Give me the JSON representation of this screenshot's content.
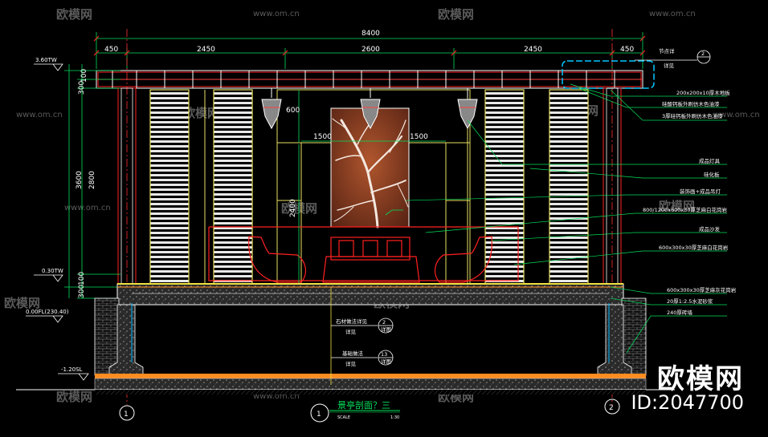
{
  "watermark": {
    "brand": "欧模网",
    "site": "www.om.cn"
  },
  "brand_label": "欧模网",
  "brand_id": "ID:2047700",
  "dims_top": {
    "total": "8400",
    "s1": "450",
    "s2": "2450",
    "s3": "2600",
    "s4": "2450",
    "s5": "450"
  },
  "dims_left": {
    "overall": "3600",
    "d100": "100",
    "d300a": "300",
    "d2800": "2800",
    "d100b": "100",
    "d300b": "300"
  },
  "dims_inner": {
    "d600": "600",
    "d1500a": "1500",
    "d1500b": "1500",
    "d2400": "2400"
  },
  "levels": {
    "top": "3.60TW",
    "mid": "0.30TW",
    "floor": "0.00FL(230.40)",
    "bottom": "-1.20SL"
  },
  "notes": [
    "200x200x10厚木地板",
    "硅酸钙板外刷仿木色油漆",
    "3厚硅钙板外刷仿木色油漆",
    "成品灯具",
    "硅化板",
    "装饰画+成品吊灯",
    "800/1200x600x30厚芝麻白花岗岩",
    "成品沙发",
    "600x300x30厚芝麻白花岗岩",
    "600x300x30厚芝麻灰花岗岩",
    "20厚1:2.5水泥砂浆",
    "240厚砖墙"
  ],
  "ref_top": {
    "num": "2",
    "tag1": "节点详",
    "tag2": "详见"
  },
  "ref_mid": {
    "num": "2",
    "tag": "详图",
    "label": "石材做法详见",
    "sub": "详见"
  },
  "ref_low": {
    "num": "13",
    "tag": "详图",
    "label": "基础做法",
    "sub": "详见"
  },
  "axes": {
    "a1": "1",
    "a2": "2"
  },
  "title": {
    "num": "1",
    "text": "景亭剖面？三",
    "scale_label": "SCALE",
    "scale": "1:30"
  }
}
